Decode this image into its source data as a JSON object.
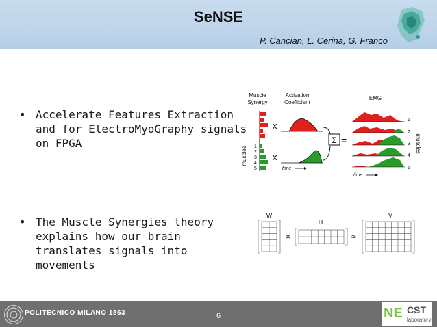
{
  "slide": {
    "title": "SeNSE",
    "authors": "P. Cancian, L. Cerina, G. Franco",
    "page_number": "6"
  },
  "bullets": [
    {
      "marker": "•",
      "text": "Accelerate Features Extraction and for ElectroMyoGraphy signals on FPGA"
    },
    {
      "marker": "•",
      "text": "The Muscle Synergies theory explains how our brain translates signals into movements"
    }
  ],
  "synergy_figure": {
    "label_synergy": "Muscle Synergy",
    "label_activation": "Activation Coefficient",
    "label_emg": "EMG",
    "label_muscles": "muscles",
    "label_time": "time",
    "muscle_numbers": [
      "1",
      "2",
      "3",
      "4",
      "5"
    ],
    "times_sign": "x",
    "sum_sign": "Σ",
    "equals_sign": "="
  },
  "matrix_figure": {
    "W": "W",
    "H": "H",
    "V": "V",
    "times_sign": "×",
    "approx_sign": "≈"
  },
  "footer": {
    "university": "POLITECNICO MILANO 1863",
    "lab_logo_main": "NECST",
    "lab_logo_sub": "laboratory"
  },
  "colors": {
    "header_bg": "#c0d6ec",
    "footer_bg": "#6f6f6f",
    "synergy_red": "#e0201c",
    "synergy_green": "#2a9a2a",
    "lab_green": "#7bc142"
  }
}
